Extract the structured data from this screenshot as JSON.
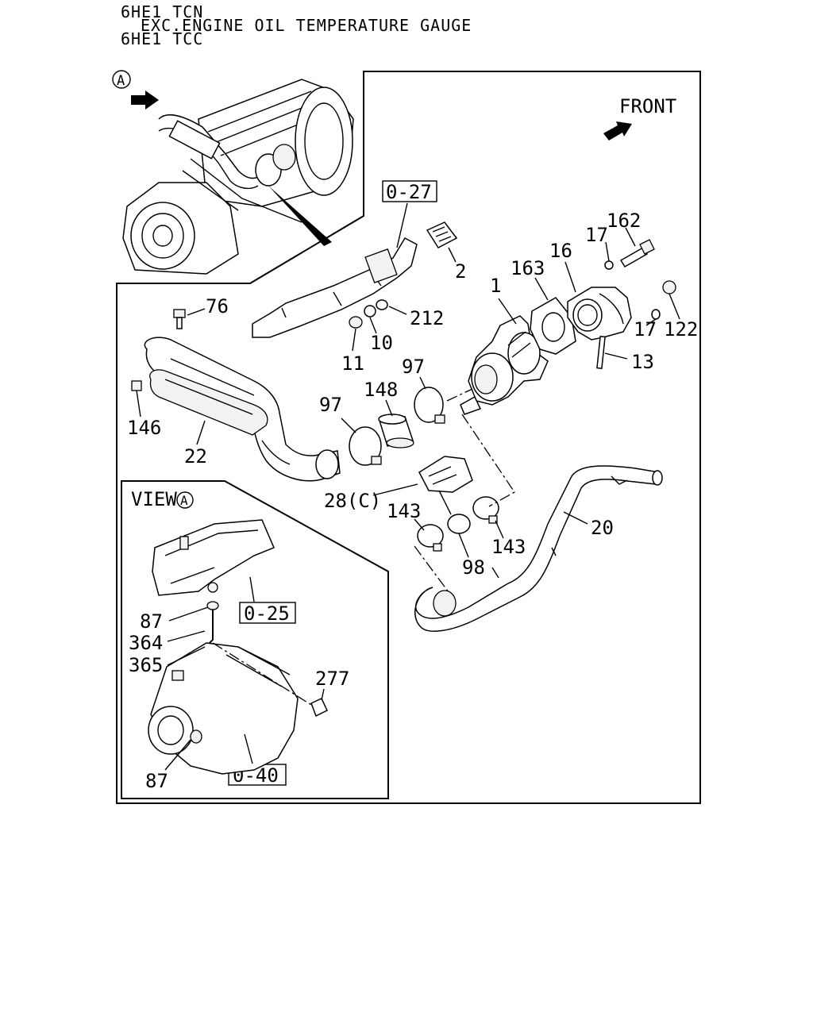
{
  "header": {
    "line1": "6HE1 TCN",
    "line2": "EXC.ENGINE OIL TEMPERATURE GAUGE",
    "line3": "6HE1 TCC"
  },
  "markers": {
    "view_marker": "A",
    "front_label": "FRONT",
    "view_label": "VIEW",
    "view_marker_inset": "A"
  },
  "references": [
    "0-27",
    "0-25",
    "0-40"
  ],
  "callouts": {
    "p76": "76",
    "p146": "146",
    "p22": "22",
    "p2": "2",
    "p212": "212",
    "p11": "11",
    "p10": "10",
    "p1": "1",
    "p163": "163",
    "p16": "16",
    "p17a": "17",
    "p162": "162",
    "p17b": "17",
    "p122": "122",
    "p13": "13",
    "p97a": "97",
    "p97b": "97",
    "p148": "148",
    "p28": "28(C)",
    "p143a": "143",
    "p143b": "143",
    "p98": "98",
    "p20": "20",
    "p87a": "87",
    "p364": "364",
    "p365": "365",
    "p277": "277",
    "p87b": "87"
  }
}
